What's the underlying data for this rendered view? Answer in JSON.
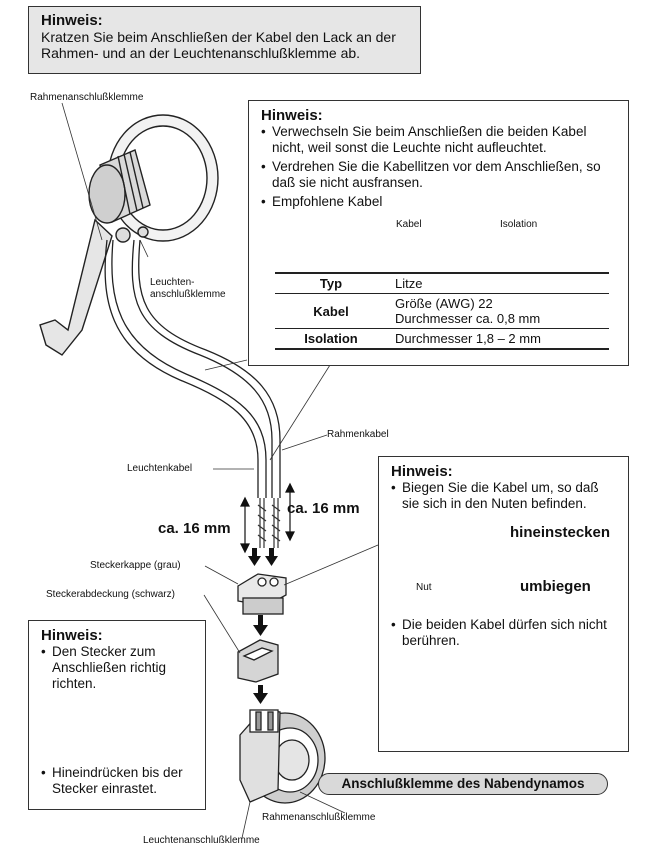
{
  "top_note": {
    "title": "Hinweis:",
    "text": "Kratzen Sie beim Anschließen der Kabel den Lack an der Rahmen- und an der Leuchtenanschlußklemme ab."
  },
  "cable_note": {
    "title": "Hinweis:",
    "items": [
      "Verwechseln Sie beim Anschließen die beiden Kabel nicht, weil sonst die Leuchte nicht aufleuchtet.",
      "Verdrehen Sie die Kabellitzen vor dem Anschließen, so daß sie nicht ausfransen.",
      "Empfohlene Kabel"
    ],
    "diagram_labels": {
      "cable": "Kabel",
      "insulation": "Isolation"
    },
    "table": {
      "header": [
        "Typ",
        "Litze"
      ],
      "rows": [
        {
          "key": "Kabel",
          "value1": "Größe (AWG) 22",
          "value2": "Durchmesser ca. 0,8 mm"
        },
        {
          "key": "Isolation",
          "value1": "Durchmesser 1,8 – 2 mm"
        }
      ]
    }
  },
  "bend_note": {
    "title": "Hinweis:",
    "item1": "Biegen Sie die Kabel um, so daß sie sich in den Nuten befinden.",
    "insert_label": "hineinstecken",
    "bend_label": "umbiegen",
    "groove_label": "Nut",
    "item2": "Die beiden Kabel dürfen sich nicht berühren."
  },
  "plug_note": {
    "title": "Hinweis:",
    "item1": "Den Stecker zum Anschließen richtig richten.",
    "item2": "Hineindrücken bis der Stecker einrastet."
  },
  "labels": {
    "frame_terminal_top": "Rahmenanschlußklemme",
    "lamp_terminal_line1": "Leuchten-",
    "lamp_terminal_line2": "anschlußklemme",
    "frame_cable": "Rahmenkabel",
    "lamp_cable": "Leuchtenkabel",
    "strip_length_left": "ca. 16 mm",
    "strip_length_right": "ca. 16 mm",
    "plug_cap": "Steckerkappe (grau)",
    "plug_cover": "Steckerabdeckung (schwarz)",
    "hub_caption": "Anschlußklemme des Nabendynamos",
    "frame_terminal_bottom": "Rahmenanschlußklemme",
    "lamp_terminal_bottom": "Leuchtenanschlußklemme"
  },
  "icons": [
    "no-entry-icon",
    "arrow-down-icon",
    "arrow-curved-icon"
  ]
}
